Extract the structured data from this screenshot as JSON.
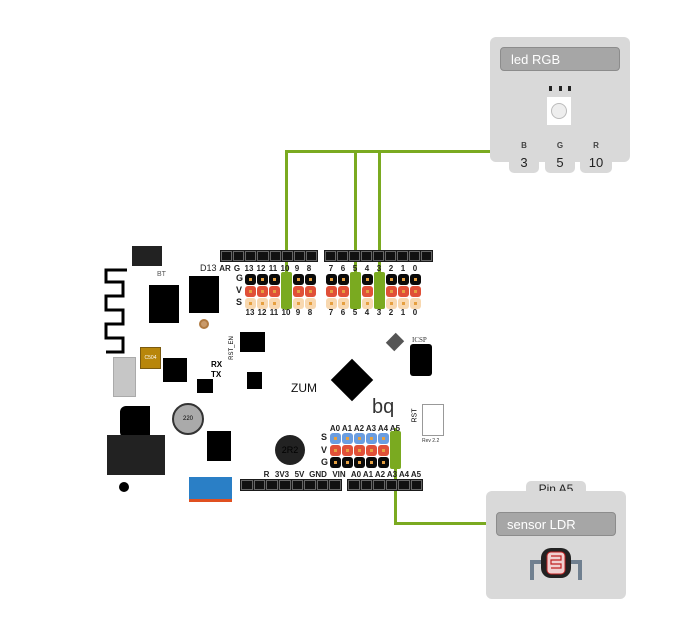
{
  "board": {
    "name": "ZUM",
    "brand": "bq",
    "revision": "Rev 2.2",
    "icsp_label": "ICSP",
    "rst_label": "RST",
    "rst_en_label": "RST_EN",
    "bt_label": "BT",
    "rx_label": "RX",
    "tx_label": "TX",
    "inductor_label": "2R2",
    "cap_label": "220",
    "fuse_label": "C504",
    "d13_label": "D13",
    "digital_header_top_labels_left": [
      "AR",
      "G",
      "13",
      "12",
      "11",
      "10",
      "9",
      "8"
    ],
    "digital_header_top_labels_right": [
      "7",
      "6",
      "5",
      "4",
      "3",
      "2",
      "1",
      "0"
    ],
    "digital_bottom_labels_left": [
      "13",
      "12",
      "11",
      "10",
      "9",
      "8"
    ],
    "digital_bottom_labels_right": [
      "7",
      "6",
      "5",
      "4",
      "3",
      "2",
      "1",
      "0"
    ],
    "row_labels": [
      "G",
      "V",
      "S"
    ],
    "analog_labels": [
      "A0",
      "A1",
      "A2",
      "A3",
      "A4",
      "A5"
    ],
    "analog_row_labels": [
      "S",
      "V",
      "G"
    ],
    "power_labels": [
      "R",
      "3V3",
      "5V",
      "GND",
      "VIN"
    ],
    "analog_bottom_labels": [
      "A0",
      "A1",
      "A2",
      "A3",
      "A4",
      "A5"
    ]
  },
  "components": {
    "led_rgb": {
      "name": "led RGB",
      "pins": [
        {
          "label": "B",
          "value": "3"
        },
        {
          "label": "G",
          "value": "5"
        },
        {
          "label": "R",
          "value": "10"
        }
      ]
    },
    "sensor_ldr": {
      "name": "sensor LDR",
      "pin_label": "Pin A5"
    }
  },
  "colors": {
    "wire": "#7aaa20",
    "card": "#d9d9d9",
    "name_box": "#a6a6a6"
  }
}
